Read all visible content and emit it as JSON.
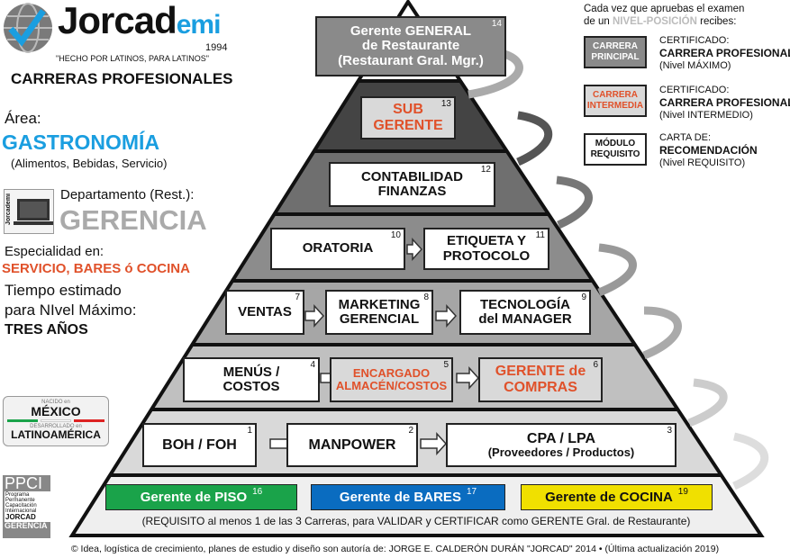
{
  "brand": {
    "name": "Jorcad",
    "suffix": "emi",
    "year": "1994",
    "tagline": "\"HECHO POR LATINOS, PARA LATINOS\""
  },
  "title": "CARRERAS PROFESIONALES",
  "area": {
    "label": "Área:",
    "value": "GASTRONOMÍA",
    "detail": "(Alimentos, Bebidas, Servicio)"
  },
  "department": {
    "label": "Departamento (Rest.):",
    "value": "GERENCIA",
    "icon_logo": "Jorcademi"
  },
  "specialty": {
    "label": "Especialidad en:",
    "value": "SERVICIO, BARES ó COCINA"
  },
  "time": {
    "label1": "Tiempo estimado",
    "label2": "para NIvel Máximo:",
    "value": "TRES AÑOS"
  },
  "badge_mexico": {
    "top": "NACIDO en",
    "country": "MÉXICO",
    "mid": "DESARROLLADO en",
    "region": "LATINOAMÉRICA"
  },
  "ppci": {
    "title": "PPCI",
    "lines": [
      "Programa",
      "Permanente",
      "Capacitación",
      "Internacional"
    ],
    "org": "JORCAD",
    "dept": "GERENCIA"
  },
  "legend": {
    "intro1": "Cada vez que apruebas el examen",
    "intro2_a": "de un ",
    "intro2_hl": "NIVEL-POSICIÓN",
    "intro2_b": " recibes:",
    "items": [
      {
        "box1": "CARRERA",
        "box2": "PRINCIPAL",
        "l1": "CERTIFICADO:",
        "l2": "CARRERA PROFESIONAL",
        "l3": "(Nivel MÁXIMO)"
      },
      {
        "box1": "CARRERA",
        "box2": "INTERMEDIA",
        "l1": "CERTIFICADO:",
        "l2": "CARRERA PROFESIONAL",
        "l3": "(Nivel INTERMEDIO)"
      },
      {
        "box1": "MÓDULO",
        "box2": "REQUISITO",
        "l1": "CARTA DE:",
        "l2": "RECOMENDACIÓN",
        "l3": "(Nivel REQUISITO)"
      }
    ]
  },
  "levels": {
    "l14": {
      "a": "Gerente GENERAL",
      "b": "de Restaurante",
      "c": "(Restaurant Gral. Mgr.)",
      "n": "14"
    },
    "l13": {
      "a": "SUB",
      "b": "GERENTE",
      "n": "13"
    },
    "l12": {
      "a": "CONTABILIDAD",
      "b": "FINANZAS",
      "n": "12"
    },
    "l10": {
      "a": "ORATORIA",
      "n": "10"
    },
    "l11": {
      "a": "ETIQUETA Y",
      "b": "PROTOCOLO",
      "n": "11"
    },
    "l7": {
      "a": "VENTAS",
      "n": "7"
    },
    "l8": {
      "a": "MARKETING",
      "b": "GERENCIAL",
      "n": "8"
    },
    "l9": {
      "a": "TECNOLOGÍA",
      "b": "del MANAGER",
      "n": "9"
    },
    "l4": {
      "a": "MENÚS /",
      "b": "COSTOS",
      "n": "4"
    },
    "l5": {
      "a": "ENCARGADO",
      "b": "ALMACÉN/COSTOS",
      "n": "5"
    },
    "l6": {
      "a": "GERENTE de",
      "b": "COMPRAS",
      "n": "6"
    },
    "l1": {
      "a": "BOH / FOH",
      "n": "1"
    },
    "l2": {
      "a": "MANPOWER",
      "n": "2"
    },
    "l3": {
      "a": "CPA / LPA",
      "b": "(Proveedores / Productos)",
      "n": "3"
    },
    "l16": {
      "a": "Gerente de PISO",
      "n": "16",
      "color": "#1aa34a"
    },
    "l17": {
      "a": "Gerente de BARES",
      "n": "17",
      "color": "#0a6cc0"
    },
    "l19": {
      "a": "Gerente de COCINA",
      "n": "19",
      "color": "#f0e000"
    }
  },
  "requirement": "(REQUISITO al menos 1 de las 3 Carreras, para VALIDAR y CERTIFICAR como GERENTE Gral. de Restaurante)",
  "footer": "© Idea, logística de crecimiento, planes de estudio y diseño son autoría de: JORGE E. CALDERÓN DURÁN \"JORCAD\" 2014 • (Última actualización 2019)",
  "colors": {
    "accent_blue": "#1a9ee0",
    "accent_orange": "#e0512a",
    "band_dark": "#444444"
  }
}
